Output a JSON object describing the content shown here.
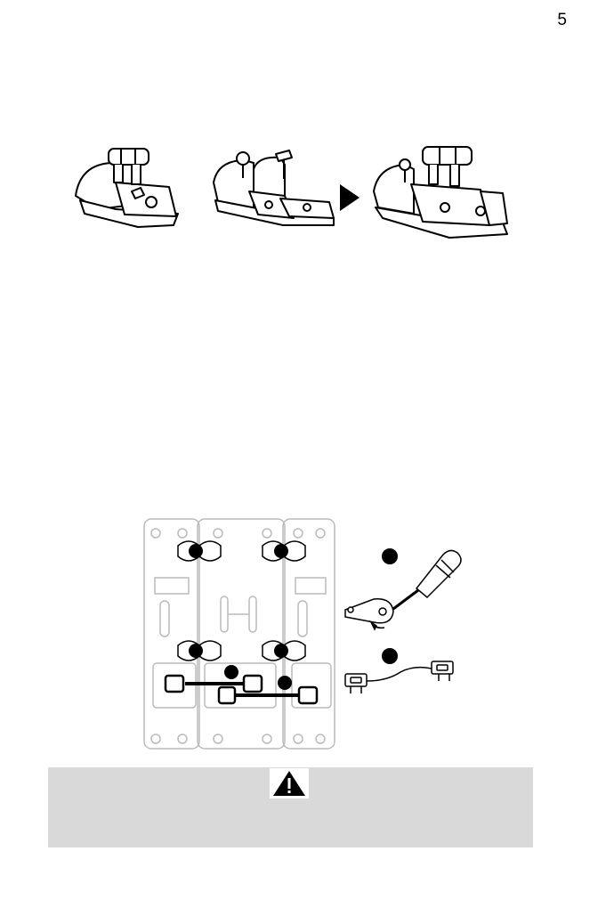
{
  "page": {
    "number": "5"
  },
  "figures": {
    "throttles": {
      "items": [
        "throttle-quadrant-single",
        "throttle-modules-pair",
        "throttle-combined"
      ],
      "arrow_icon": "play-right-icon"
    },
    "assembly": {
      "screw_labels": [
        "",
        "",
        "",
        ""
      ],
      "tools": [
        "screwdriver-icon",
        "bracket-rotate-icon",
        "cable-icon"
      ]
    }
  },
  "warning": {
    "icon": "warning-triangle-icon"
  },
  "colors": {
    "line": "#000000",
    "faint": "#bbbbbb",
    "panel": "#d9d9d9"
  }
}
